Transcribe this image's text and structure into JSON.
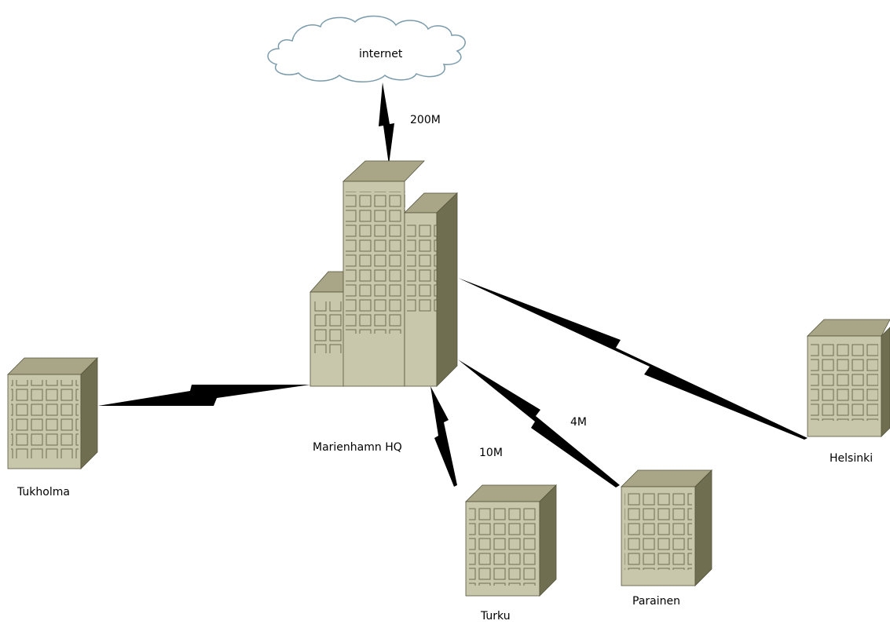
{
  "cloud": {
    "label": "internet"
  },
  "hq": {
    "label": "Marienhamn HQ"
  },
  "sites": {
    "tukholma": {
      "label": "Tukholma"
    },
    "turku": {
      "label": "Turku"
    },
    "parainen": {
      "label": "Parainen"
    },
    "helsinki": {
      "label": "Helsinki"
    }
  },
  "links": {
    "internet": {
      "bandwidth": "200M"
    },
    "turku": {
      "bandwidth": "10M"
    },
    "parainen": {
      "bandwidth": "4M"
    }
  },
  "colors": {
    "building_front": "#c9c7ab",
    "building_side": "#6f6e50",
    "building_top": "#a8a686",
    "window_fill": "#c9c7ab",
    "window_stroke": "#6f6e50",
    "cloud_stroke": "#7a9bab",
    "link": "#000000"
  }
}
